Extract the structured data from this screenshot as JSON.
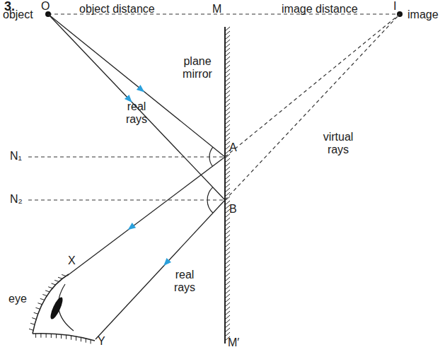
{
  "diagram": {
    "labels": [
      "3.",
      "O",
      "object",
      "object distance",
      "M",
      "image distance",
      "I",
      "image",
      "plane mirror",
      "real rays",
      "virtual rays",
      "A",
      "N₁",
      "N₂",
      "B",
      "X",
      "eye",
      "Y",
      "real rays",
      "M′"
    ]
  }
}
